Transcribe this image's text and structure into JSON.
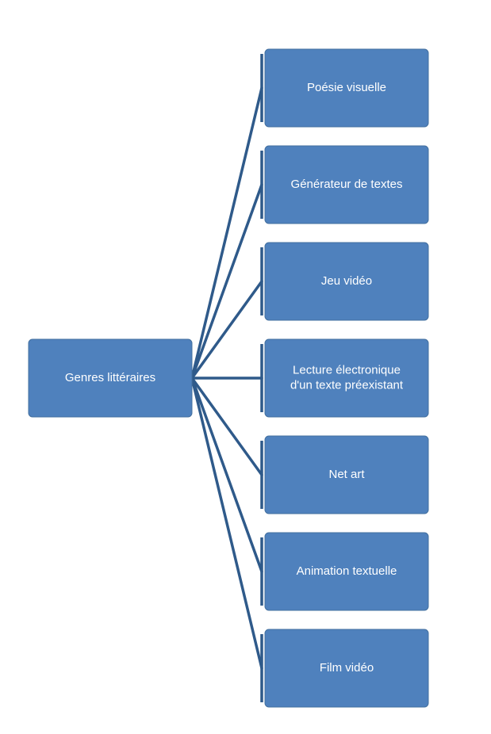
{
  "diagram": {
    "colors": {
      "node_fill": "#4f81bd",
      "node_stroke": "#43709f",
      "connector": "#2f5a8a",
      "label": "#ffffff"
    },
    "root": {
      "label": "Genres littéraires"
    },
    "children": [
      {
        "lines": [
          "Poésie visuelle"
        ]
      },
      {
        "lines": [
          "Générateur de textes"
        ]
      },
      {
        "lines": [
          "Jeu vidéo"
        ]
      },
      {
        "lines": [
          "Lecture électronique",
          "d'un texte préexistant"
        ]
      },
      {
        "lines": [
          "Net art"
        ]
      },
      {
        "lines": [
          "Animation textuelle"
        ]
      },
      {
        "lines": [
          "Film vidéo"
        ]
      }
    ]
  }
}
